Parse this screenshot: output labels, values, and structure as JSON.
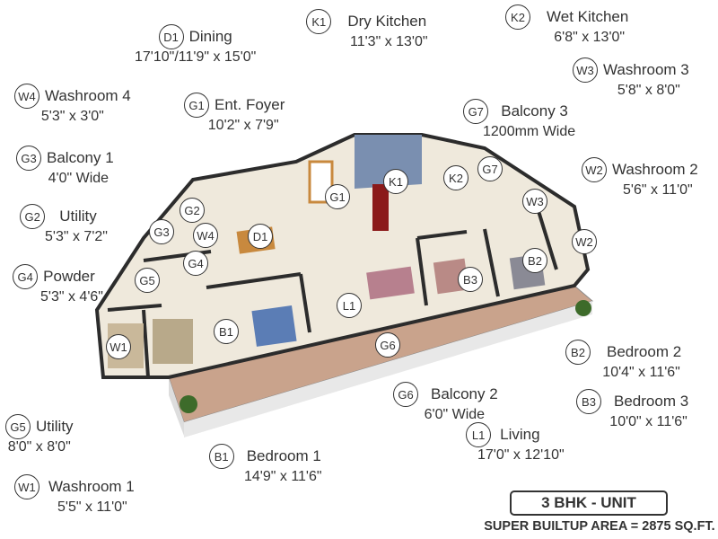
{
  "legend": [
    {
      "code": "D1",
      "name": "Dining",
      "dim": "17'10\"/11'9\" x 15'0\""
    },
    {
      "code": "K1",
      "name": "Dry Kitchen",
      "dim": "11'3\" x 13'0\""
    },
    {
      "code": "K2",
      "name": "Wet Kitchen",
      "dim": "6'8\" x 13'0\""
    },
    {
      "code": "W3",
      "name": "Washroom 3",
      "dim": "5'8\" x 8'0\""
    },
    {
      "code": "W4",
      "name": "Washroom 4",
      "dim": "5'3\" x 3'0\""
    },
    {
      "code": "G1",
      "name": "Ent. Foyer",
      "dim": "10'2\" x 7'9\""
    },
    {
      "code": "G7",
      "name": "Balcony 3",
      "dim": "1200mm Wide"
    },
    {
      "code": "G3",
      "name": "Balcony 1",
      "dim": "4'0\" Wide"
    },
    {
      "code": "W2",
      "name": "Washroom 2",
      "dim": "5'6\" x 11'0\""
    },
    {
      "code": "G2",
      "name": "Utility",
      "dim": "5'3\" x 7'2\""
    },
    {
      "code": "G4",
      "name": "Powder",
      "dim": "5'3\" x 4'6\""
    },
    {
      "code": "B2",
      "name": "Bedroom 2",
      "dim": "10'4\" x 11'6\""
    },
    {
      "code": "G6",
      "name": "Balcony 2",
      "dim": "6'0\" Wide"
    },
    {
      "code": "B3",
      "name": "Bedroom 3",
      "dim": "10'0\" x 11'6\""
    },
    {
      "code": "G5",
      "name": "Utility",
      "dim": "8'0\" x 8'0\""
    },
    {
      "code": "L1",
      "name": "Living",
      "dim": "17'0\" x 12'10\""
    },
    {
      "code": "B1",
      "name": "Bedroom 1",
      "dim": "14'9\" x 11'6\""
    },
    {
      "code": "W1",
      "name": "Washroom 1",
      "dim": "5'5\" x 11'0\""
    }
  ],
  "plan_markers": [
    "G1",
    "K1",
    "K2",
    "G7",
    "W3",
    "G2",
    "G3",
    "W4",
    "D1",
    "G4",
    "G5",
    "W2",
    "B2",
    "B3",
    "L1",
    "B1",
    "W1",
    "G6"
  ],
  "unit": {
    "title": "3 BHK - UNIT",
    "area": "SUPER BUILTUP AREA = 2875 SQ.FT."
  },
  "colors": {
    "floor": "#efe9dc",
    "wall": "#2c2c2c",
    "balcony": "#c9a38c",
    "kitchen_wall": "#7a8fb0",
    "fridge": "#8b1a1a",
    "sofa": "#b7808e",
    "wood": "#c8893e"
  }
}
